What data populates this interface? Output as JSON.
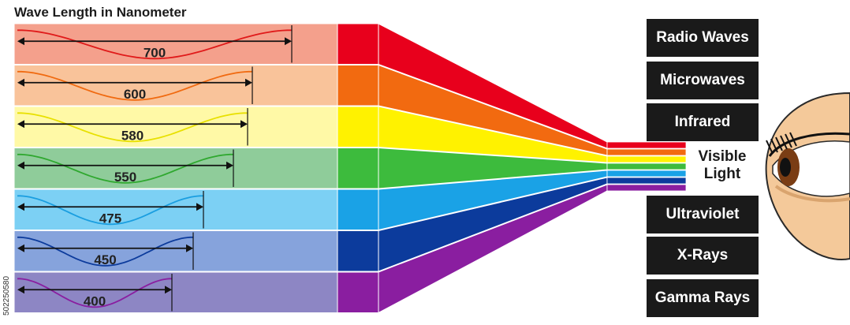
{
  "title": "Wave Length in Nanometer",
  "side_id": "502250580",
  "wavelengths": [
    {
      "label": "700",
      "color": "#e8001c",
      "bg": "#f4a08c",
      "wave": "#e01a1a"
    },
    {
      "label": "600",
      "color": "#f26a10",
      "bg": "#f9c39a",
      "wave": "#f06a10"
    },
    {
      "label": "580",
      "color": "#fff200",
      "bg": "#fff9a6",
      "wave": "#e8e000"
    },
    {
      "label": "550",
      "color": "#3dbb3d",
      "bg": "#8fcc9a",
      "wave": "#2fa82f"
    },
    {
      "label": "475",
      "color": "#1aa2e6",
      "bg": "#7cd0f4",
      "wave": "#1a9ee0"
    },
    {
      "label": "450",
      "color": "#0c3b9c",
      "bg": "#86a3dc",
      "wave": "#0c3b9c"
    },
    {
      "label": "400",
      "color": "#8a1ea0",
      "bg": "#8d86c4",
      "wave": "#8a1ea0"
    }
  ],
  "spectrum": [
    "Radio Waves",
    "Microwaves",
    "Infrared",
    "Visible\nLight",
    "Ultraviolet",
    "X-Rays",
    "Gamma Rays"
  ],
  "eye_icon": "eye-icon"
}
